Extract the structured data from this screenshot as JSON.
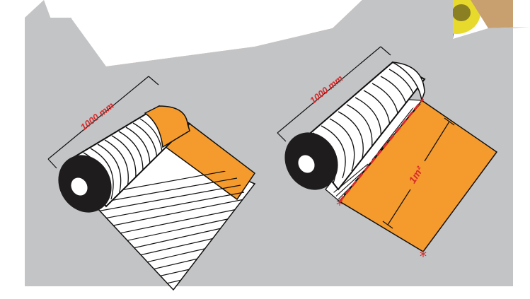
{
  "left_roll": {
    "width_label": "1000 mm"
  },
  "right_roll": {
    "width_label": "1000 mm",
    "area_label": "1m²"
  },
  "colors": {
    "panel": "#c3c4c6",
    "orange": "#f59a2d",
    "red": "#d82a2a",
    "core": "#1f1c1d",
    "photo_fabric": "#b66a3a",
    "photo_core": "#e7da2c"
  }
}
